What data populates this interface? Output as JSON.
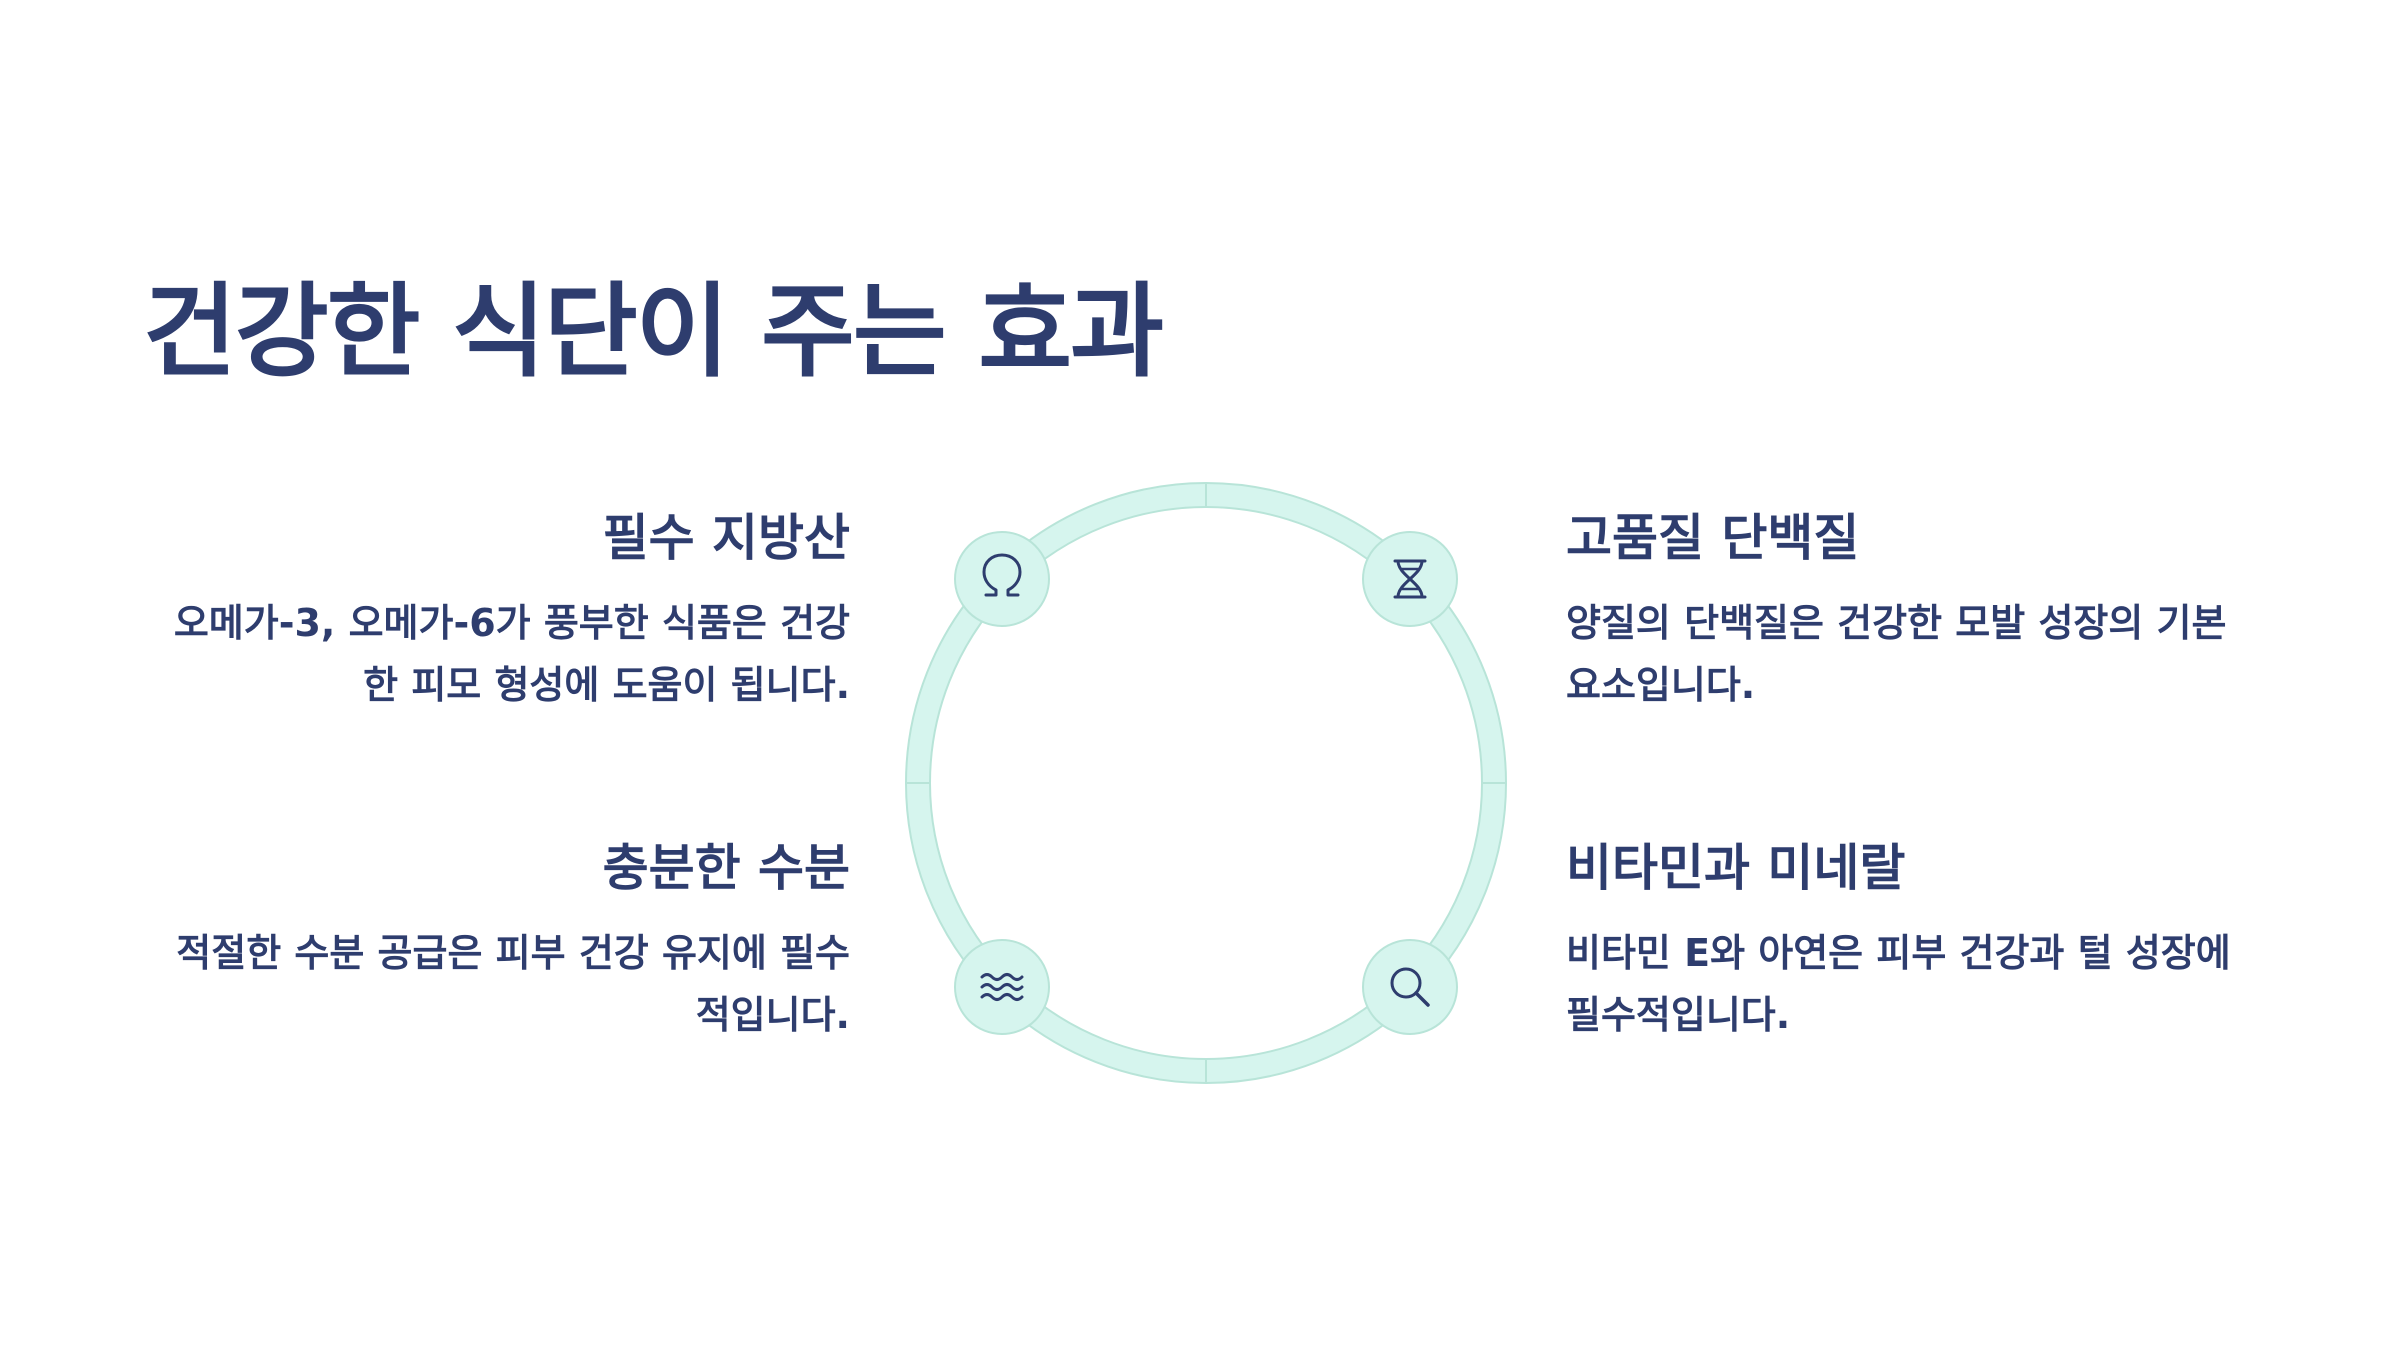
{
  "slide": {
    "title": "건강한 식단이 주는 효과"
  },
  "items": [
    {
      "heading": "필수 지방산",
      "body": "오메가-3, 오메가-6가 풍부한 식품은 건강한 피모 형성에 도움이 됩니다.",
      "icon": "omega-icon",
      "position": "top-left"
    },
    {
      "heading": "고품질 단백질",
      "body": "양질의 단백질은 건강한 모발 성장의 기본 요소입니다.",
      "icon": "dna-icon",
      "position": "top-right"
    },
    {
      "heading": "충분한 수분",
      "body": "적절한 수분 공급은 피부 건강 유지에 필수적입니다.",
      "icon": "water-waves-icon",
      "position": "bottom-left"
    },
    {
      "heading": "비타민과 미네랄",
      "body": "비타민 E와 아연은 피부 건강과 털 성장에 필수적입니다.",
      "icon": "magnifier-icon",
      "position": "bottom-right"
    }
  ],
  "colors": {
    "text": "#2e3d6e",
    "ring_fill": "#d6f5ee",
    "ring_stroke": "#b8e4d8",
    "background": "#ffffff"
  }
}
